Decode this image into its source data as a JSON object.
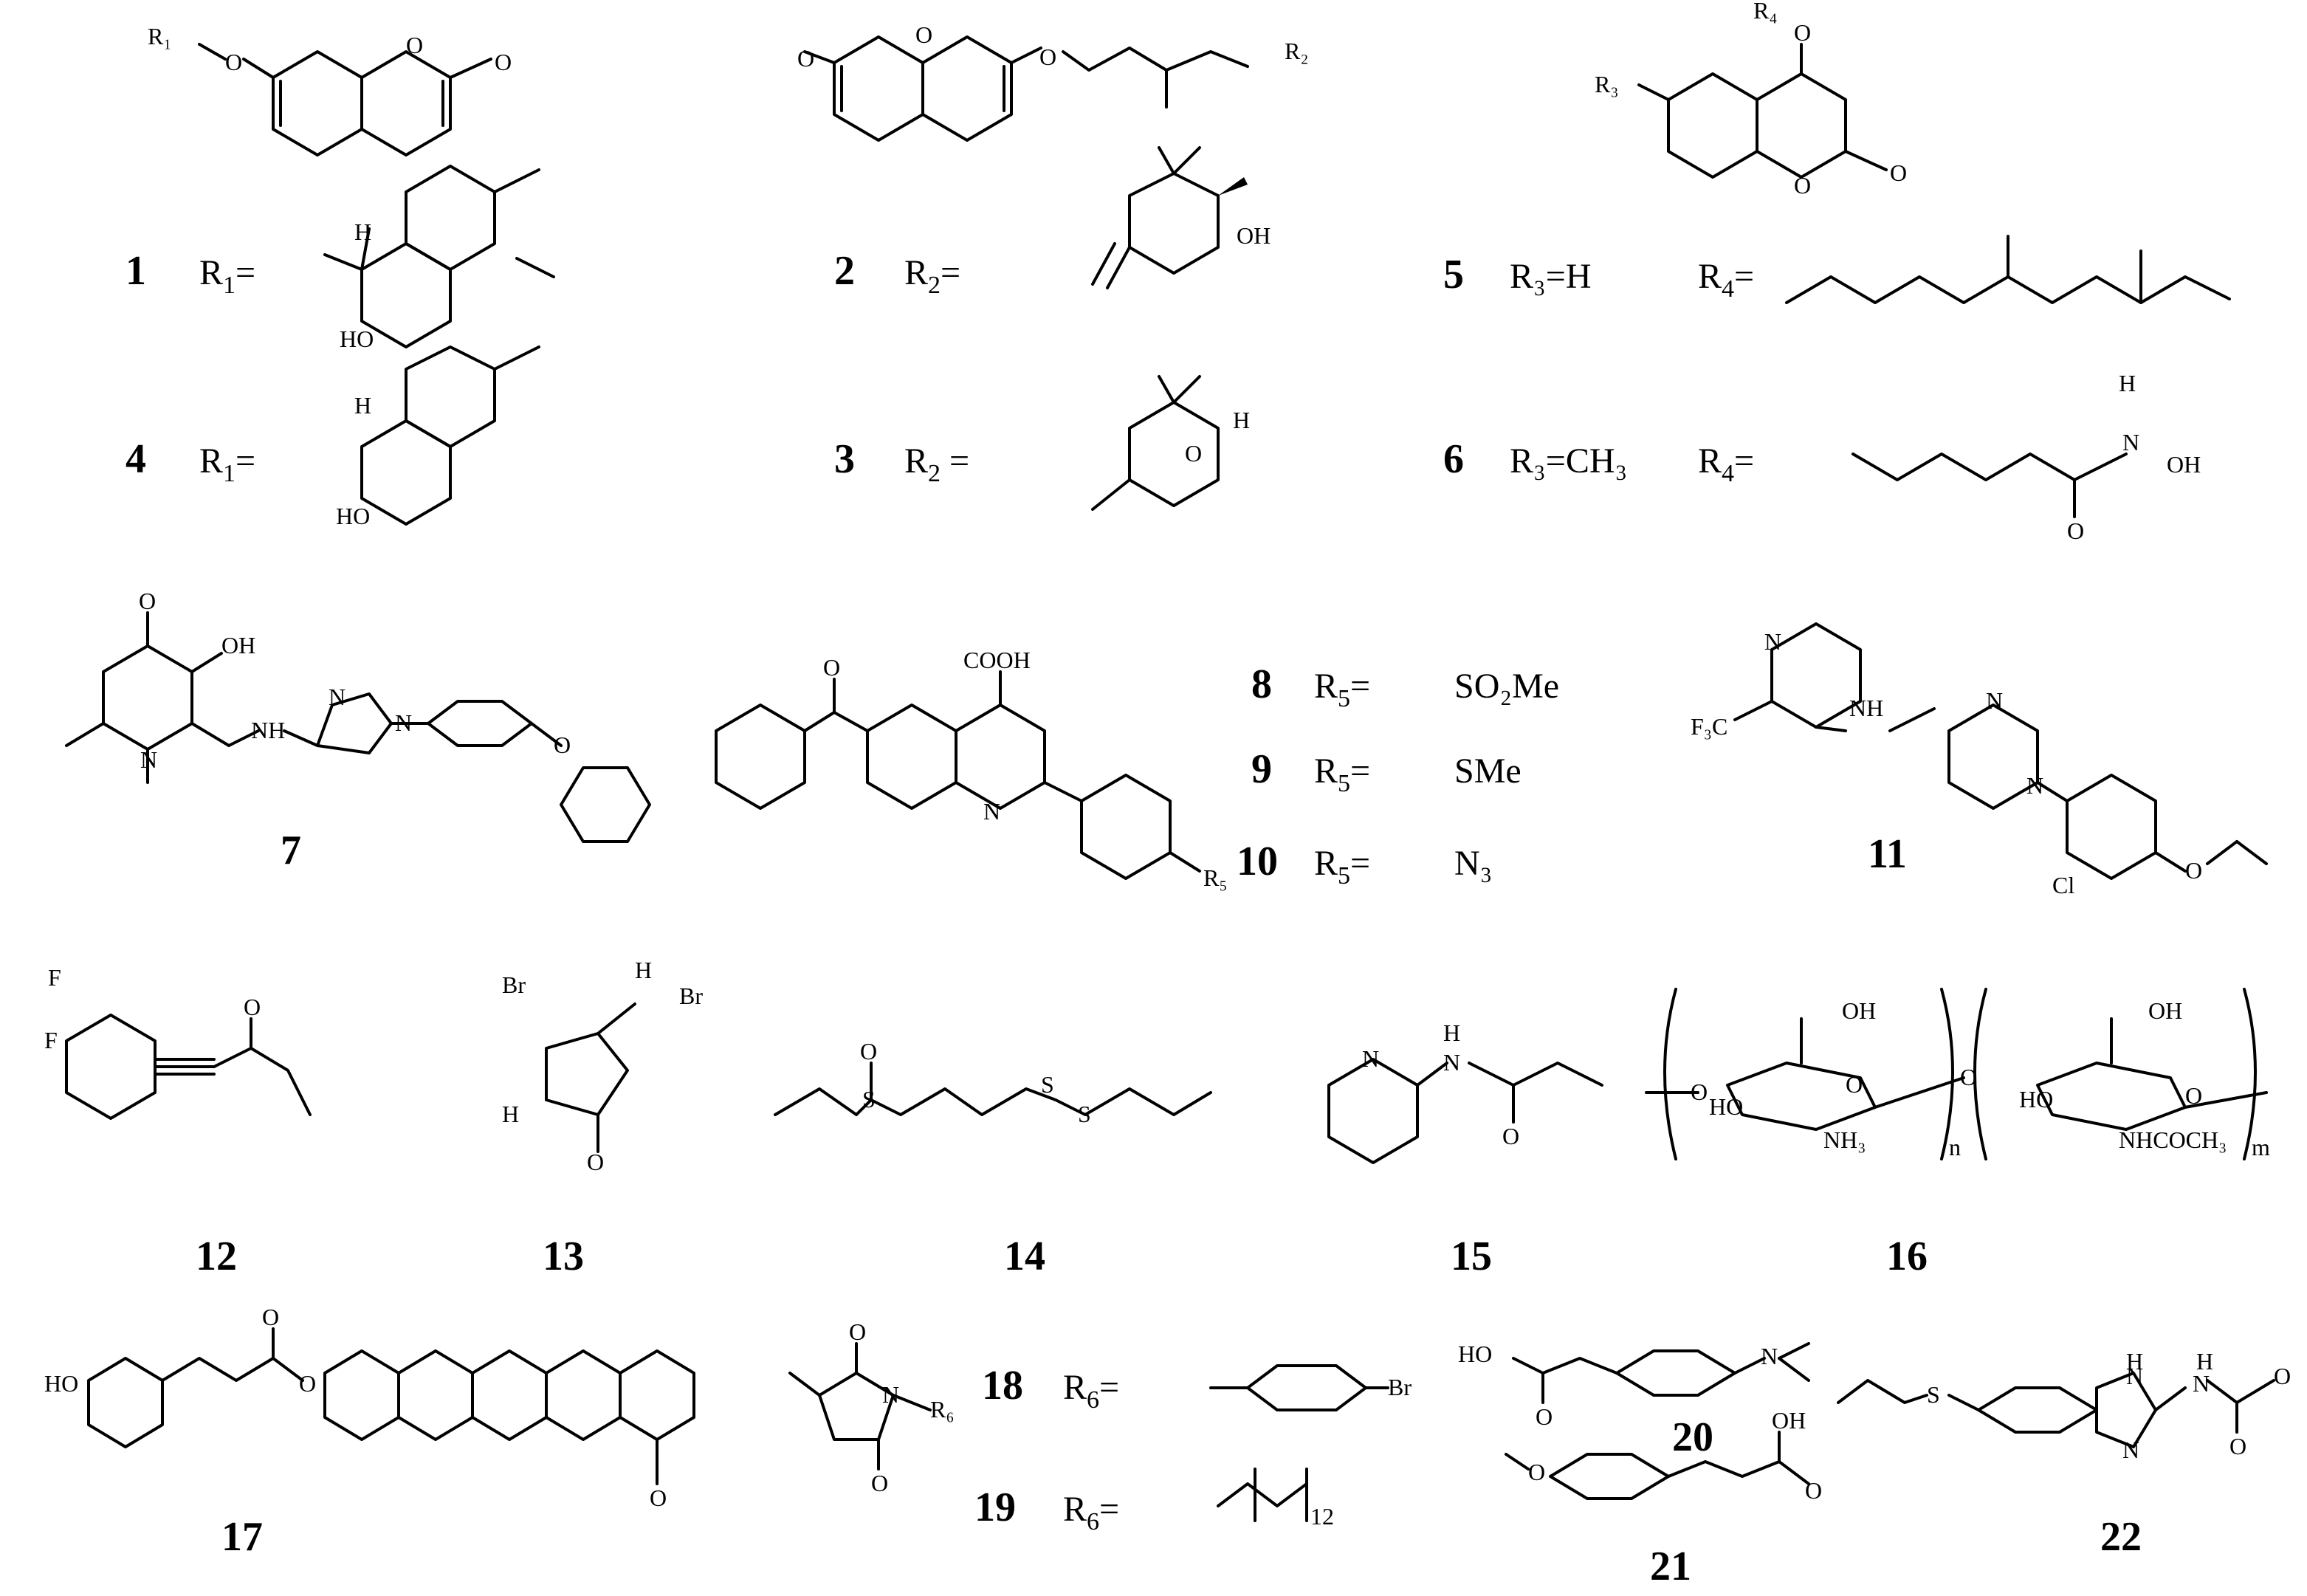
{
  "compounds": [
    {
      "id": "1",
      "rgroup": "R",
      "rsub": "1",
      "eq": "="
    },
    {
      "id": "2",
      "rgroup": "R",
      "rsub": "2",
      "eq": "="
    },
    {
      "id": "3",
      "rgroup": "R",
      "rsub": "2",
      "eq": " ="
    },
    {
      "id": "4",
      "rgroup": "R",
      "rsub": "1",
      "eq": "="
    },
    {
      "id": "5",
      "r3": "R₃=H",
      "rgroup": "R",
      "rsub": "4",
      "eq": "="
    },
    {
      "id": "6",
      "r3": "R₃=CH₃",
      "rgroup": "R",
      "rsub": "4",
      "eq": "="
    },
    {
      "id": "7"
    },
    {
      "id": "8",
      "rgroup": "R",
      "rsub": "5",
      "eq": "=",
      "sub": "SO₂Me"
    },
    {
      "id": "9",
      "rgroup": "R",
      "rsub": "5",
      "eq": "=",
      "sub": "SMe"
    },
    {
      "id": "10",
      "rgroup": "R",
      "rsub": "5",
      "eq": "=",
      "sub": "N₃"
    },
    {
      "id": "11"
    },
    {
      "id": "12"
    },
    {
      "id": "13"
    },
    {
      "id": "14"
    },
    {
      "id": "15"
    },
    {
      "id": "16"
    },
    {
      "id": "17"
    },
    {
      "id": "18",
      "rgroup": "R",
      "rsub": "6",
      "eq": "="
    },
    {
      "id": "19",
      "rgroup": "R",
      "rsub": "6",
      "eq": "="
    },
    {
      "id": "20"
    },
    {
      "id": "21"
    },
    {
      "id": "22"
    }
  ],
  "atoms": {
    "O": "O",
    "OH": "OH",
    "HO": "HO",
    "H": "H",
    "N": "N",
    "NH": "NH",
    "S": "S",
    "Br": "Br",
    "F": "F",
    "Cl": "Cl",
    "COOH": "COOH",
    "R1": "R₁",
    "R2": "R₂",
    "R3": "R₃",
    "R4": "R₄",
    "R5": "R₅",
    "R6": "R₆",
    "F3C": "F₃C",
    "NH3": "NH₃",
    "NHCOCH3": "NHCOCH₃",
    "n": "n",
    "m": "m",
    "twelve": "12"
  }
}
